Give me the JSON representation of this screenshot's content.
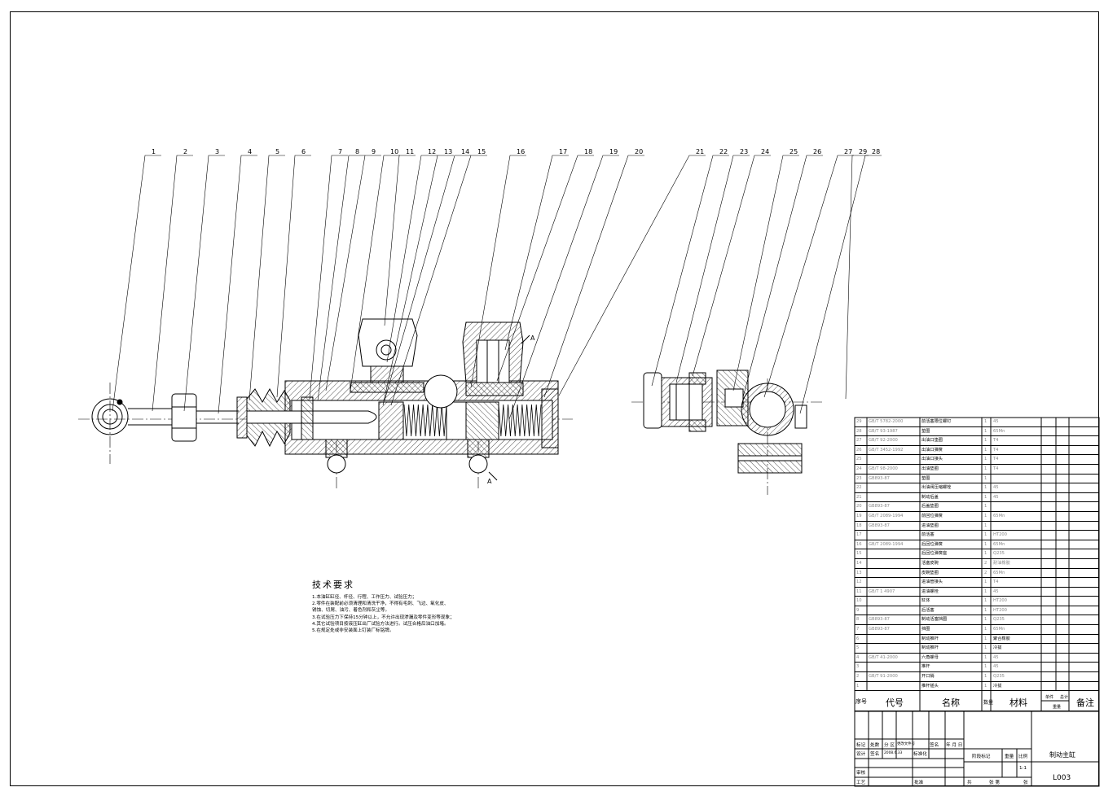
{
  "callouts": [
    "1",
    "2",
    "3",
    "4",
    "5",
    "6",
    "7",
    "8",
    "9",
    "10",
    "11",
    "12",
    "13",
    "14",
    "15",
    "16",
    "17",
    "18",
    "19",
    "20",
    "21",
    "22",
    "23",
    "24",
    "25",
    "26",
    "27",
    "28",
    "29"
  ],
  "section_marks": {
    "a_top": "A",
    "a_bottom": "A"
  },
  "notes": {
    "title": "技术要求",
    "lines": [
      "1.本油缸缸径、杆径、行程、工作压力、试验压力；",
      "2.零件在装配前必须清理和清洗干净，不得有毛刺、飞边、氧化皮、",
      "锈蚀、切屑、油污、着色剂和灰尘等。",
      "3.在试验压力下保持15分钟以上，不允许出现渗漏及零件变形等现象；",
      "4.其它试验项目按液压缸出厂试验方法进行。试压合格后油口加堵。",
      "5.在规定处或非安装面上钉装厂标铭牌。"
    ]
  },
  "parts": [
    {
      "no": "29",
      "code": "GB/T  5782-2000",
      "name": "前活塞限位螺钉",
      "qty": "1",
      "mat": "45"
    },
    {
      "no": "28",
      "code": "GB/T  93-1987",
      "name": "垫圈",
      "qty": "1",
      "mat": "65Mn"
    },
    {
      "no": "27",
      "code": "GB/T  92-2000",
      "name": "出油口垫圈",
      "qty": "1",
      "mat": "T4"
    },
    {
      "no": "26",
      "code": "GB/T  3452-1992",
      "name": "出油口弹簧",
      "qty": "1",
      "mat": "T4"
    },
    {
      "no": "25",
      "code": "",
      "name": "出油口接头",
      "qty": "1",
      "mat": "T4"
    },
    {
      "no": "24",
      "code": "GB/T  98-2000",
      "name": "出油垫圈",
      "qty": "1",
      "mat": "T4"
    },
    {
      "no": "23",
      "code": "GB893-87",
      "name": "垫圈",
      "qty": "1",
      "mat": ""
    },
    {
      "no": "22",
      "code": "",
      "name": "出油阀压缩螺栓",
      "qty": "1",
      "mat": "45"
    },
    {
      "no": "21",
      "code": "",
      "name": "制动后盖",
      "qty": "1",
      "mat": "45"
    },
    {
      "no": "20",
      "code": "GB893-87",
      "name": "后盖垫圈",
      "qty": "1",
      "mat": ""
    },
    {
      "no": "19",
      "code": "GB/T  2089-1994",
      "name": "前回位弹簧",
      "qty": "1",
      "mat": "65Mn"
    },
    {
      "no": "18",
      "code": "GB893-87",
      "name": "进油垫圈",
      "qty": "1",
      "mat": ""
    },
    {
      "no": "17",
      "code": "",
      "name": "前活塞",
      "qty": "1",
      "mat": "HT200"
    },
    {
      "no": "16",
      "code": "GB/T  2089-1994",
      "name": "后回位弹簧",
      "qty": "1",
      "mat": "65Mn"
    },
    {
      "no": "15",
      "code": "",
      "name": "后回位弹簧座",
      "qty": "1",
      "mat": "Q235"
    },
    {
      "no": "14",
      "code": "",
      "name": "活塞皮碗",
      "qty": "2",
      "mat": "耐油橡胶"
    },
    {
      "no": "13",
      "code": "",
      "name": "皮碗垫圈",
      "qty": "2",
      "mat": "65Mn"
    },
    {
      "no": "12",
      "code": "",
      "name": "进油管接头",
      "qty": "1",
      "mat": "T4"
    },
    {
      "no": "11",
      "code": "GB/T  1 4907",
      "name": "进油螺栓",
      "qty": "1",
      "mat": "45"
    },
    {
      "no": "10",
      "code": "",
      "name": "缸体",
      "qty": "1",
      "mat": "HT200"
    },
    {
      "no": "9",
      "code": "",
      "name": "后活塞",
      "qty": "1",
      "mat": "HT200"
    },
    {
      "no": "8",
      "code": "GB893-87",
      "name": "制动活塞挡圈",
      "qty": "1",
      "mat": "Q235"
    },
    {
      "no": "7",
      "code": "GB893-87",
      "name": "挡圈",
      "qty": "1",
      "mat": "65Mn"
    },
    {
      "no": "6",
      "code": "",
      "name": "制动推杆",
      "qty": "1",
      "mat": "聚合橡胶",
      "matDark": true
    },
    {
      "no": "5",
      "code": "",
      "name": "制动推杆",
      "qty": "1",
      "mat": "冷拔",
      "matDark": true
    },
    {
      "no": "4",
      "code": "GB/T  41-2000",
      "name": "六角螺母",
      "qty": "1",
      "mat": "45"
    },
    {
      "no": "3",
      "code": "",
      "name": "推杆",
      "qty": "1",
      "mat": "45"
    },
    {
      "no": "2",
      "code": "GB/T  91-2000",
      "name": "开口销",
      "qty": "1",
      "mat": "Q235"
    },
    {
      "no": "1",
      "code": "",
      "name": "推杆插头",
      "qty": "1",
      "mat": "冷拔",
      "matDark": true
    }
  ],
  "table_header": {
    "no": "序号",
    "code": "代号",
    "name": "名称",
    "qty": "数量",
    "mat": "材料",
    "unit": "单件",
    "total": "总计",
    "weight": "重量",
    "note": "备注"
  },
  "title_block": {
    "row1": [
      "标记",
      "处数",
      "分  区",
      "更改文件号",
      "签名",
      "年 月 日"
    ],
    "row2": [
      "设计",
      "签名",
      "2008.6.33",
      "标准化"
    ],
    "stage": [
      "阶段标记",
      "重量",
      "比例"
    ],
    "scale": "1:1",
    "review": "审核",
    "process": "工艺",
    "approve": "批准",
    "sheets": [
      "共",
      "张 第",
      "张"
    ],
    "drawing_name": "制动主缸",
    "drawing_code": "L003"
  }
}
